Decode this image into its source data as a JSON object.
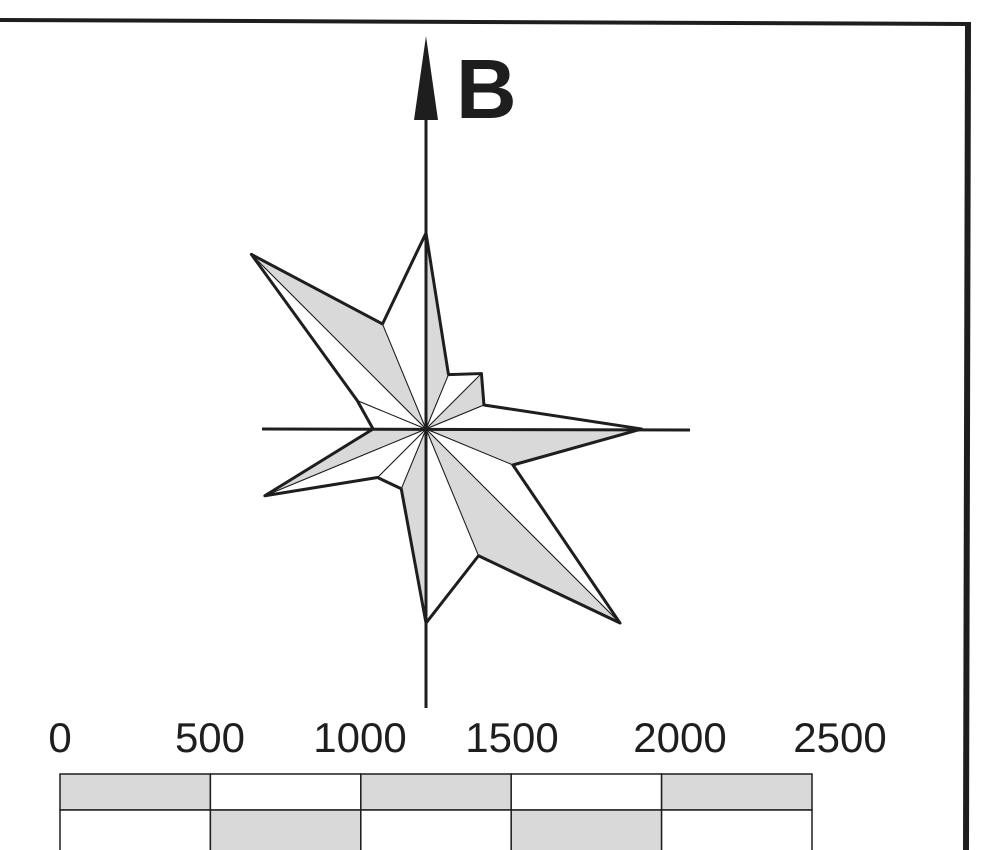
{
  "panel": {
    "label": "B"
  },
  "rose": {
    "directions_deg": [
      0,
      22.5,
      45,
      67.5,
      90,
      112.5,
      135,
      157.5,
      180,
      202.5,
      225,
      247.5,
      270,
      292.5,
      315,
      337.5
    ],
    "lengths": [
      1000,
      300,
      400,
      320,
      1100,
      480,
      1400,
      700,
      990,
      330,
      350,
      890,
      270,
      380,
      1260,
      580
    ]
  },
  "scale_bar": {
    "ticks": [
      "0",
      "500",
      "1000",
      "1500",
      "2000",
      "2500"
    ],
    "segments": 5
  },
  "colors": {
    "ink": "#1e1e1e",
    "shade": "#d9d9d9",
    "background": "#ffffff"
  }
}
